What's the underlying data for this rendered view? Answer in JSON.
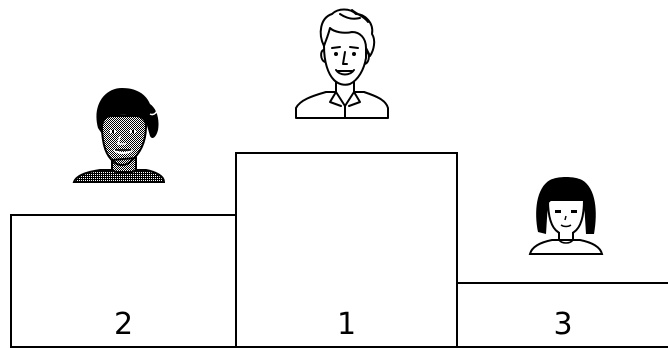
{
  "podium": {
    "places": [
      {
        "number": "2"
      },
      {
        "number": "1"
      },
      {
        "number": "3"
      }
    ]
  },
  "avatars": {
    "first": "man-avatar-icon",
    "second": "woman-dark-avatar-icon",
    "third": "girl-avatar-icon"
  },
  "colors": {
    "line": "#000000",
    "background": "#ffffff"
  }
}
